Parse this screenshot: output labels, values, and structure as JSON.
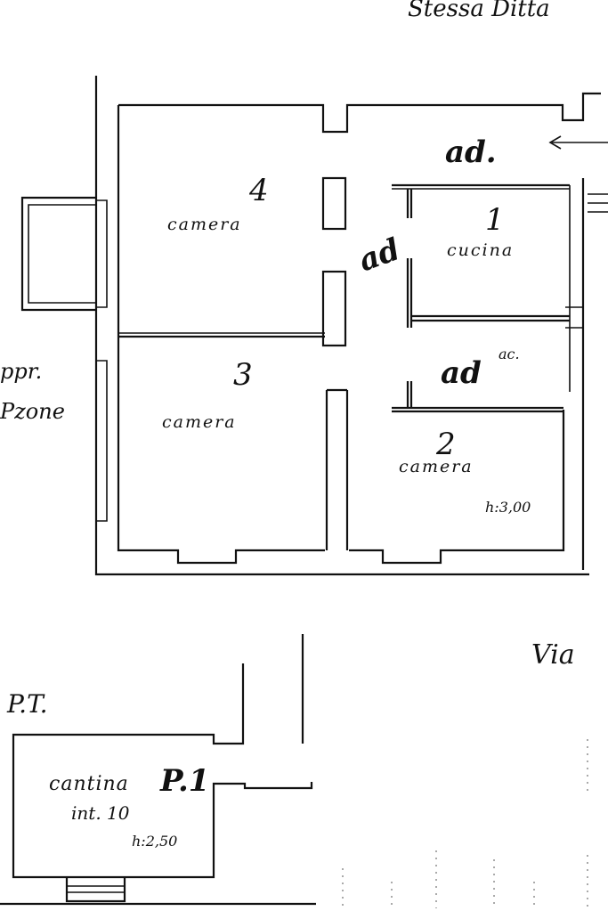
{
  "header_text": "Stessa Ditta",
  "street_label": "Via",
  "floor_label": "P.T.",
  "left_note": [
    "ppr.",
    "Pzone"
  ],
  "rooms": [
    {
      "number": "4",
      "name": "camera"
    },
    {
      "number": "1",
      "name": "cucina"
    },
    {
      "number": "3",
      "name": "camera"
    },
    {
      "number": "2",
      "name": "camera"
    }
  ],
  "corridor_labels": [
    "ad.",
    "ad",
    "ad"
  ],
  "bath_superscript": "ac.",
  "upper_height": "h:3,00",
  "cellar": {
    "name": "cantina",
    "unit": "int. 10",
    "height": "h:2,50",
    "tag": "P.1"
  }
}
